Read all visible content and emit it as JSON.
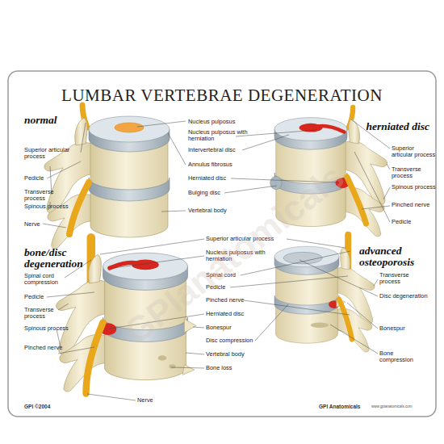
{
  "diagram": {
    "title": "LUMBAR VERTEBRAE DEGENERATION",
    "labels": [
      "normal",
      "Superior articular process",
      "Pedicle",
      "Transverse process",
      "Spinous process",
      "Nerve",
      "Nucleus pulposus",
      "Nucleus pulposus with herniation",
      "Intervertebral disc",
      "Annulus fibrosus",
      "Herniated disc",
      "Bulging disc",
      "Vertebral body",
      "herniated disc",
      "Superior articular process",
      "Transverse process",
      "Spinous process",
      "Pinched nerve",
      "Pedicle",
      "bone/disc degeneration",
      "Spinal cord compression",
      "Pedicle",
      "Transverse process",
      "Spinous process",
      "Pinched nerve",
      "Nerve",
      "Superior articular process",
      "Nucleus pulposus with herniation",
      "Spinal cord",
      "Pedicle",
      "Pinched nerve",
      "Herniated disc",
      "Bonespur",
      "Disc compression",
      "Vertebral body",
      "Bone loss",
      "advanced osteoporosis",
      "Transverse process",
      "Disc degeneration",
      "Bonespur",
      "Bone compression",
      "GPI ©2004",
      "GPI Anatomicals",
      "www.gpianatomicals.com",
      "GPIanatomicals"
    ]
  }
}
